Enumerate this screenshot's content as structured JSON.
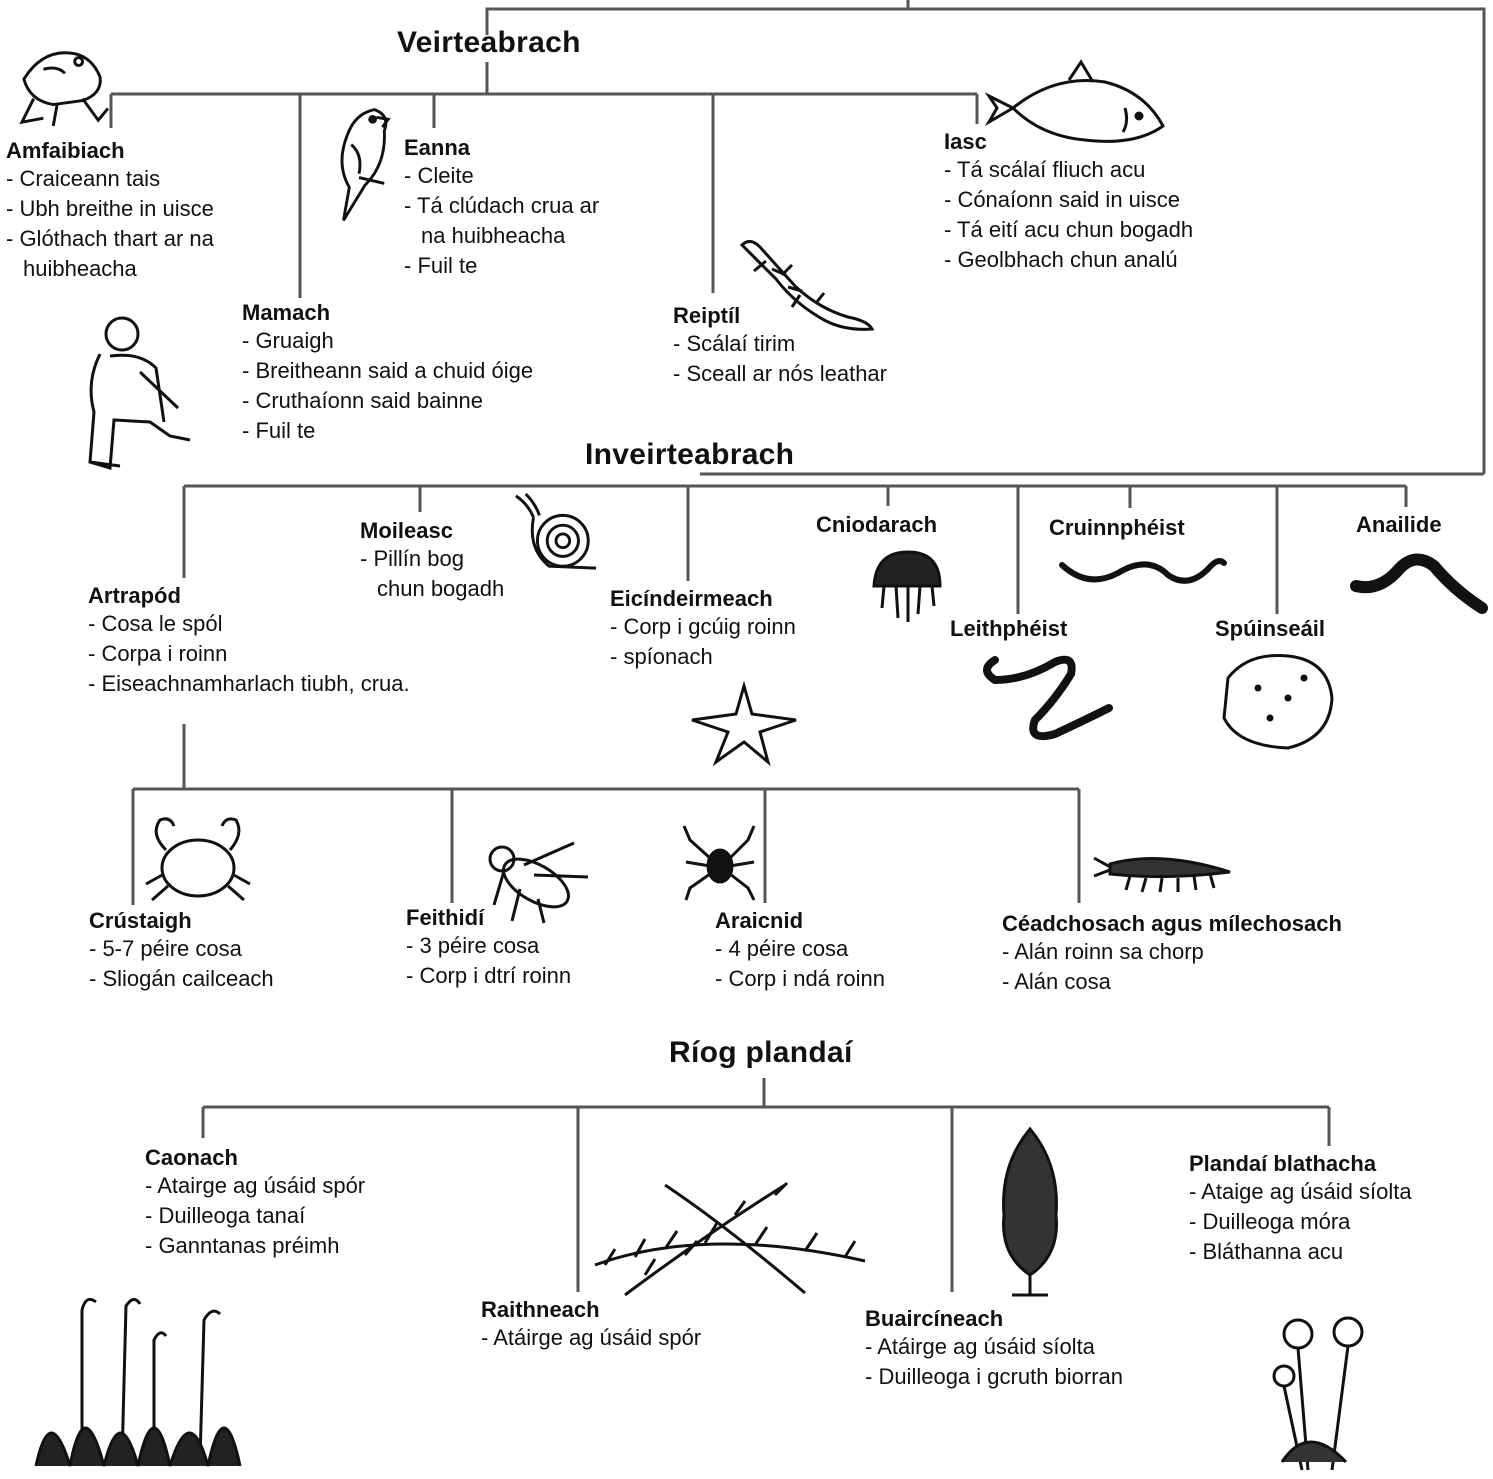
{
  "titles": {
    "vertebrates": "Veirteabrach",
    "invertebrates": "Inveirteabrach",
    "plants": "Ríog plandaí"
  },
  "groups": {
    "amphibian": {
      "name": "Amfaibiach",
      "traits": [
        "- Craiceann tais",
        "- Ubh breithe in uisce",
        "- Glóthach thart ar na",
        "huibheacha"
      ]
    },
    "bird": {
      "name": "Eanna",
      "traits": [
        "- Cleite",
        "- Tá clúdach crua ar",
        "na huibheacha",
        "- Fuil te"
      ]
    },
    "fish": {
      "name": "Iasc",
      "traits": [
        "- Tá scálaí fliuch acu",
        "- Cónaíonn said in uisce",
        "- Tá eití acu chun bogadh",
        "- Geolbhach chun analú"
      ]
    },
    "mammal": {
      "name": "Mamach",
      "traits": [
        "- Gruaigh",
        "- Breitheann said a chuid óige",
        "- Cruthaíonn said bainne",
        "- Fuil te"
      ]
    },
    "reptile": {
      "name": "Reiptíl",
      "traits": [
        "- Scálaí tirim",
        "- Sceall ar nós leathar"
      ]
    },
    "mollusc": {
      "name": "Moileasc",
      "traits": [
        "- Pillín bog",
        "chun bogadh"
      ]
    },
    "cnidarian": {
      "name": "Cniodarach",
      "traits": []
    },
    "roundworm": {
      "name": "Cruinnphéist",
      "traits": []
    },
    "annelid": {
      "name": "Anailide",
      "traits": []
    },
    "arthropod": {
      "name": "Artrapód",
      "traits": [
        "- Cosa le spól",
        "- Corpa i roinn",
        "- Eiseachnamharlach tiubh, crua."
      ]
    },
    "echinoderm": {
      "name": "Eicíndeirmeach",
      "traits": [
        "- Corp i gcúig roinn",
        "- spíonach"
      ]
    },
    "flatworm": {
      "name": "Leithphéist",
      "traits": []
    },
    "sponge": {
      "name": "Spúinseáil",
      "traits": []
    },
    "crustacean": {
      "name": "Crústaigh",
      "traits": [
        "- 5-7 péire cosa",
        "- Sliogán cailceach"
      ]
    },
    "insect": {
      "name": "Feithidí",
      "traits": [
        "- 3 péire cosa",
        "- Corp i dtrí roinn"
      ]
    },
    "arachnid": {
      "name": "Araicnid",
      "traits": [
        "- 4 péire cosa",
        "- Corp i ndá roinn"
      ]
    },
    "myriapod": {
      "name": "Céadchosach agus mílechosach",
      "traits": [
        "- Alán roinn sa chorp",
        "- Alán cosa"
      ]
    },
    "moss": {
      "name": "Caonach",
      "traits": [
        "- Atairge ag úsáid spór",
        "- Duilleoga tanaí",
        "- Ganntanas préimh"
      ]
    },
    "flowering": {
      "name": "Plandaí blathacha",
      "traits": [
        "- Ataige ag úsáid síolta",
        "- Duilleoga móra",
        "- Bláthanna acu"
      ]
    },
    "fern": {
      "name": "Raithneach",
      "traits": [
        "- Atáirge ag úsáid spór"
      ]
    },
    "conifer": {
      "name": "Buaircíneach",
      "traits": [
        "- Atáirge ag úsáid síolta",
        "- Duilleoga i gcruth biorran"
      ]
    }
  },
  "icons": [
    "frog-icon",
    "parrot-icon",
    "fish-icon",
    "human-icon",
    "lizard-icon",
    "snail-icon",
    "jellyfish-icon",
    "roundworm-icon",
    "earthworm-icon",
    "starfish-icon",
    "flatworm-icon",
    "sponge-icon",
    "crab-icon",
    "fly-icon",
    "spider-icon",
    "millipede-icon",
    "moss-icon",
    "fern-icon",
    "tree-icon",
    "flower-icon"
  ]
}
